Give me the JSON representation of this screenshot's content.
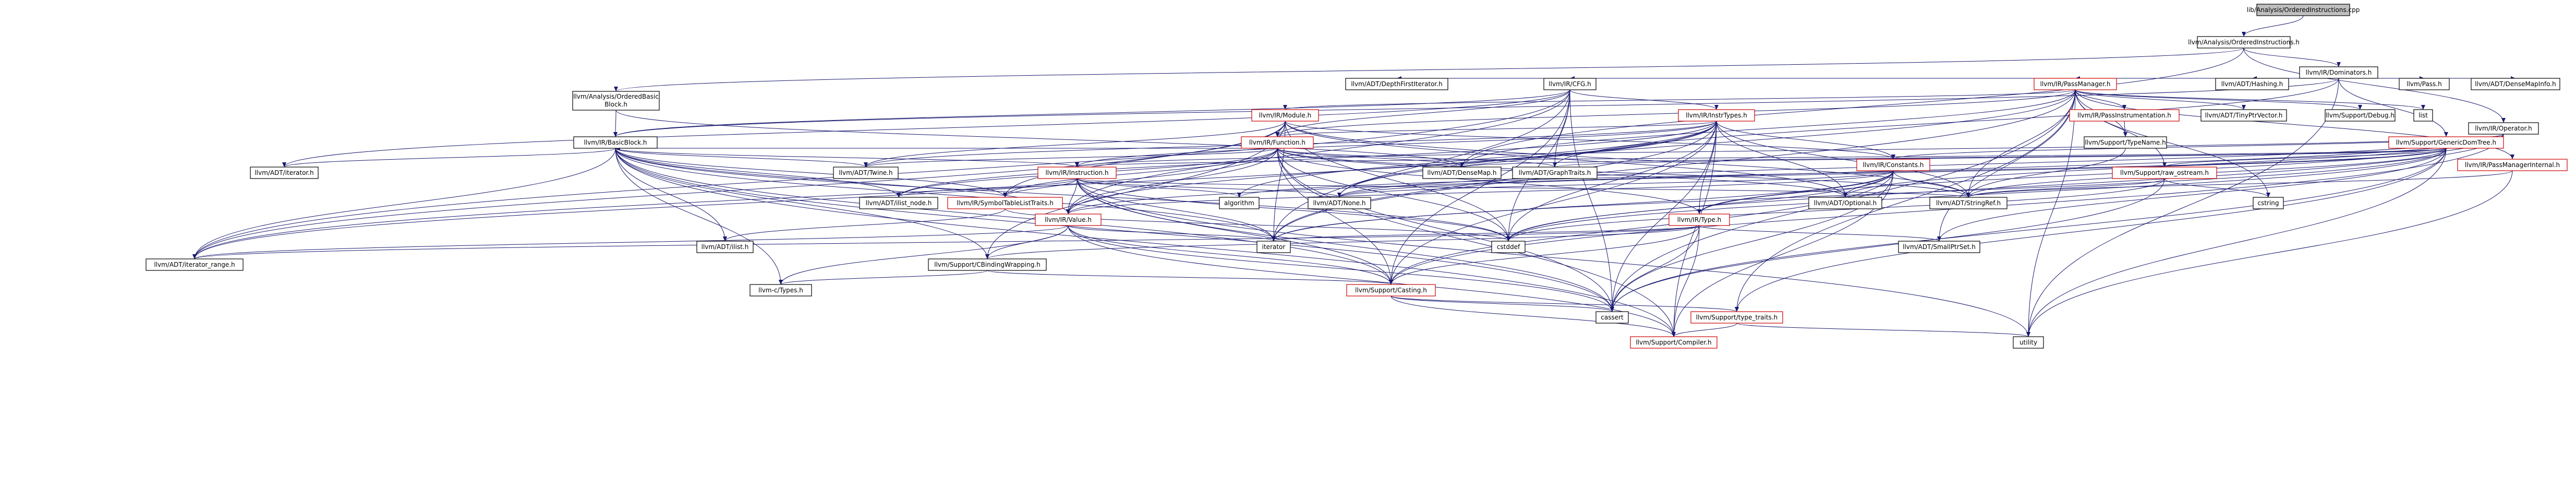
{
  "title": "lib/Analysis/OrderedInstructions.cpp",
  "nodes": {
    "root": "lib/Analysis/OrderedInstructions.cpp",
    "orderedinstr_h": "llvm/Analysis/OrderedInstructions.h",
    "orderedbb_h": "llvm/Analysis/OrderedBasic\nBlock.h",
    "dominators_h": "llvm/IR/Dominators.h",
    "operator_h": "llvm/IR/Operator.h",
    "passmanager_h": "llvm/IR/PassManager.h",
    "cfg_h": "llvm/IR/CFG.h",
    "dfi_h": "llvm/ADT/DepthFirstIterator.h",
    "hashing_h": "llvm/ADT/Hashing.h",
    "pass_h": "llvm/Pass.h",
    "densemapinfo_h": "llvm/ADT/DenseMapInfo.h",
    "module_h": "llvm/IR/Module.h",
    "instrtypes_h": "llvm/IR/InstrTypes.h",
    "function_h": "llvm/IR/Function.h",
    "basicblock_h": "llvm/IR/BasicBlock.h",
    "genericdomtree_h": "llvm/Support/GenericDomTree.h",
    "constants_h": "llvm/IR/Constants.h",
    "passinstrumentation_h": "llvm/IR/PassInstrumentation.h",
    "typename_h": "llvm/Support/TypeName.h",
    "tinyptrvector_h": "llvm/ADT/TinyPtrVector.h",
    "debug_h": "llvm/Support/Debug.h",
    "list": "list",
    "passmanagerinternal_h": "llvm/IR/PassManagerInternal.h",
    "iterator_h": "llvm/ADT/iterator.h",
    "twine_h": "llvm/ADT/Twine.h",
    "densemap_h": "llvm/ADT/DenseMap.h",
    "graphtraits_h": "llvm/ADT/GraphTraits.h",
    "instruction_h": "llvm/IR/Instruction.h",
    "ilist_node_h": "llvm/ADT/ilist_node.h",
    "symtablelisttraits_h": "llvm/IR/SymbolTableListTraits.h",
    "value_h": "llvm/IR/Value.h",
    "algorithm": "algorithm",
    "none_h": "llvm/ADT/None.h",
    "stringref_h": "llvm/ADT/StringRef.h",
    "optional_h": "llvm/ADT/Optional.h",
    "type_h": "llvm/IR/Type.h",
    "raw_ostream_h": "llvm/Support/raw_ostream.h",
    "cstring": "cstring",
    "ilist_h": "llvm/ADT/ilist.h",
    "cbindingwrapping_h": "llvm/Support/CBindingWrapping.h",
    "iterator": "iterator",
    "cstddef": "cstddef",
    "smallptrset_h": "llvm/ADT/SmallPtrSet.h",
    "iterator_range_h": "llvm/ADT/iterator_range.h",
    "c_types_h": "llvm-c/Types.h",
    "casting_h": "llvm/Support/Casting.h",
    "cassert": "cassert",
    "type_traits_h": "llvm/Support/type_traits.h",
    "compiler_h": "llvm/Support/Compiler.h",
    "utility": "utility"
  },
  "edges": [
    [
      "root",
      "orderedinstr_h"
    ],
    [
      "orderedinstr_h",
      "orderedbb_h"
    ],
    [
      "orderedinstr_h",
      "dominators_h"
    ],
    [
      "orderedinstr_h",
      "operator_h"
    ],
    [
      "orderedinstr_h",
      "densemap_h"
    ],
    [
      "orderedbb_h",
      "basicblock_h"
    ],
    [
      "orderedbb_h",
      "densemap_h"
    ],
    [
      "dominators_h",
      "cfg_h"
    ],
    [
      "dominators_h",
      "dfi_h"
    ],
    [
      "dominators_h",
      "hashing_h"
    ],
    [
      "dominators_h",
      "pass_h"
    ],
    [
      "dominators_h",
      "densemapinfo_h"
    ],
    [
      "dominators_h",
      "passmanager_h"
    ],
    [
      "dominators_h",
      "genericdomtree_h"
    ],
    [
      "dominators_h",
      "basicblock_h"
    ],
    [
      "dominators_h",
      "graphtraits_h"
    ],
    [
      "dominators_h",
      "utility"
    ],
    [
      "passmanager_h",
      "module_h"
    ],
    [
      "passmanager_h",
      "function_h"
    ],
    [
      "passmanager_h",
      "passinstrumentation_h"
    ],
    [
      "passmanager_h",
      "typename_h"
    ],
    [
      "passmanager_h",
      "tinyptrvector_h"
    ],
    [
      "passmanager_h",
      "debug_h"
    ],
    [
      "passmanager_h",
      "list"
    ],
    [
      "passmanager_h",
      "passmanagerinternal_h"
    ],
    [
      "passmanager_h",
      "raw_ostream_h"
    ],
    [
      "passmanager_h",
      "stringref_h"
    ],
    [
      "passmanager_h",
      "densemap_h"
    ],
    [
      "passmanager_h",
      "none_h"
    ],
    [
      "passmanager_h",
      "smallptrset_h"
    ],
    [
      "passmanager_h",
      "cstring"
    ],
    [
      "passmanager_h",
      "cassert"
    ],
    [
      "passmanager_h",
      "iterator"
    ],
    [
      "passmanager_h",
      "utility"
    ],
    [
      "passmanager_h",
      "type_traits_h"
    ],
    [
      "cfg_h",
      "instrtypes_h"
    ],
    [
      "cfg_h",
      "function_h"
    ],
    [
      "cfg_h",
      "basicblock_h"
    ],
    [
      "cfg_h",
      "iterator_h"
    ],
    [
      "cfg_h",
      "iterator_range_h"
    ],
    [
      "cfg_h",
      "value_h"
    ],
    [
      "cfg_h",
      "graphtraits_h"
    ],
    [
      "cfg_h",
      "casting_h"
    ],
    [
      "cfg_h",
      "cassert"
    ],
    [
      "cfg_h",
      "cstddef"
    ],
    [
      "cfg_h",
      "iterator"
    ],
    [
      "module_h",
      "function_h"
    ],
    [
      "module_h",
      "constants_h"
    ],
    [
      "module_h",
      "stringref_h"
    ],
    [
      "module_h",
      "optional_h"
    ],
    [
      "module_h",
      "symtablelisttraits_h"
    ],
    [
      "module_h",
      "iterator_range_h"
    ],
    [
      "module_h",
      "cbindingwrapping_h"
    ],
    [
      "module_h",
      "iterator"
    ],
    [
      "module_h",
      "cstddef"
    ],
    [
      "module_h",
      "twine_h"
    ],
    [
      "instrtypes_h",
      "function_h"
    ],
    [
      "instrtypes_h",
      "instruction_h"
    ],
    [
      "instrtypes_h",
      "value_h"
    ],
    [
      "instrtypes_h",
      "type_h"
    ],
    [
      "instrtypes_h",
      "optional_h"
    ],
    [
      "instrtypes_h",
      "stringref_h"
    ],
    [
      "instrtypes_h",
      "none_h"
    ],
    [
      "instrtypes_h",
      "twine_h"
    ],
    [
      "instrtypes_h",
      "iterator_range_h"
    ],
    [
      "instrtypes_h",
      "casting_h"
    ],
    [
      "instrtypes_h",
      "algorithm"
    ],
    [
      "instrtypes_h",
      "cassert"
    ],
    [
      "instrtypes_h",
      "cstddef"
    ],
    [
      "instrtypes_h",
      "iterator"
    ],
    [
      "instrtypes_h",
      "constants_h"
    ],
    [
      "instrtypes_h",
      "ilist_node_h"
    ],
    [
      "instrtypes_h",
      "compiler_h"
    ],
    [
      "function_h",
      "basicblock_h"
    ],
    [
      "function_h",
      "value_h"
    ],
    [
      "function_h",
      "symtablelisttraits_h"
    ],
    [
      "function_h",
      "ilist_node_h"
    ],
    [
      "function_h",
      "twine_h"
    ],
    [
      "function_h",
      "stringref_h"
    ],
    [
      "function_h",
      "iterator_range_h"
    ],
    [
      "function_h",
      "casting_h"
    ],
    [
      "function_h",
      "compiler_h"
    ],
    [
      "function_h",
      "cassert"
    ],
    [
      "function_h",
      "cstddef"
    ],
    [
      "function_h",
      "optional_h"
    ],
    [
      "function_h",
      "graphtraits_h"
    ],
    [
      "function_h",
      "type_h"
    ],
    [
      "function_h",
      "densemap_h"
    ],
    [
      "basicblock_h",
      "instruction_h"
    ],
    [
      "basicblock_h",
      "symtablelisttraits_h"
    ],
    [
      "basicblock_h",
      "value_h"
    ],
    [
      "basicblock_h",
      "iterator_h"
    ],
    [
      "basicblock_h",
      "twine_h"
    ],
    [
      "basicblock_h",
      "ilist_h"
    ],
    [
      "basicblock_h",
      "ilist_node_h"
    ],
    [
      "basicblock_h",
      "iterator_range_h"
    ],
    [
      "basicblock_h",
      "cbindingwrapping_h"
    ],
    [
      "basicblock_h",
      "c_types_h"
    ],
    [
      "basicblock_h",
      "casting_h"
    ],
    [
      "basicblock_h",
      "compiler_h"
    ],
    [
      "basicblock_h",
      "cassert"
    ],
    [
      "basicblock_h",
      "cstddef"
    ],
    [
      "basicblock_h",
      "iterator"
    ],
    [
      "operator_h",
      "constants_h"
    ],
    [
      "operator_h",
      "instruction_h"
    ],
    [
      "operator_h",
      "type_h"
    ],
    [
      "operator_h",
      "value_h"
    ],
    [
      "operator_h",
      "none_h"
    ],
    [
      "operator_h",
      "optional_h"
    ],
    [
      "operator_h",
      "casting_h"
    ],
    [
      "operator_h",
      "cstddef"
    ],
    [
      "genericdomtree_h",
      "densemap_h"
    ],
    [
      "genericdomtree_h",
      "graphtraits_h"
    ],
    [
      "genericdomtree_h",
      "smallptrset_h"
    ],
    [
      "genericdomtree_h",
      "stringref_h"
    ],
    [
      "genericdomtree_h",
      "raw_ostream_h"
    ],
    [
      "genericdomtree_h",
      "algorithm"
    ],
    [
      "genericdomtree_h",
      "cassert"
    ],
    [
      "genericdomtree_h",
      "cstddef"
    ],
    [
      "genericdomtree_h",
      "iterator"
    ],
    [
      "genericdomtree_h",
      "utility"
    ],
    [
      "genericdomtree_h",
      "type_traits_h"
    ],
    [
      "genericdomtree_h",
      "none_h"
    ],
    [
      "genericdomtree_h",
      "instruction_h"
    ],
    [
      "constants_h",
      "value_h"
    ],
    [
      "constants_h",
      "type_h"
    ],
    [
      "constants_h",
      "optional_h"
    ],
    [
      "constants_h",
      "stringref_h"
    ],
    [
      "constants_h",
      "none_h"
    ],
    [
      "constants_h",
      "casting_h"
    ],
    [
      "constants_h",
      "compiler_h"
    ],
    [
      "constants_h",
      "cassert"
    ],
    [
      "constants_h",
      "cstddef"
    ],
    [
      "constants_h",
      "iterator"
    ],
    [
      "passinstrumentation_h",
      "typename_h"
    ],
    [
      "typename_h",
      "stringref_h"
    ],
    [
      "passmanagerinternal_h",
      "stringref_h"
    ],
    [
      "passmanagerinternal_h",
      "utility"
    ],
    [
      "instruction_h",
      "value_h"
    ],
    [
      "instruction_h",
      "symtablelisttraits_h"
    ],
    [
      "instruction_h",
      "ilist_node_h"
    ],
    [
      "instruction_h",
      "none_h"
    ],
    [
      "instruction_h",
      "stringref_h"
    ],
    [
      "instruction_h",
      "casting_h"
    ],
    [
      "instruction_h",
      "algorithm"
    ],
    [
      "instruction_h",
      "cassert"
    ],
    [
      "instruction_h",
      "cstddef"
    ],
    [
      "instruction_h",
      "utility"
    ],
    [
      "instruction_h",
      "iterator"
    ],
    [
      "symtablelisttraits_h",
      "ilist_h"
    ],
    [
      "symtablelisttraits_h",
      "cstddef"
    ],
    [
      "value_h",
      "iterator_range_h"
    ],
    [
      "value_h",
      "cbindingwrapping_h"
    ],
    [
      "value_h",
      "c_types_h"
    ],
    [
      "value_h",
      "casting_h"
    ],
    [
      "value_h",
      "cassert"
    ],
    [
      "value_h",
      "iterator"
    ],
    [
      "value_h",
      "compiler_h"
    ],
    [
      "type_h",
      "iterator_range_h"
    ],
    [
      "type_h",
      "cbindingwrapping_h"
    ],
    [
      "type_h",
      "casting_h"
    ],
    [
      "type_h",
      "compiler_h"
    ],
    [
      "type_h",
      "cassert"
    ],
    [
      "type_h",
      "smallptrset_h"
    ],
    [
      "type_h",
      "iterator"
    ],
    [
      "raw_ostream_h",
      "stringref_h"
    ],
    [
      "raw_ostream_h",
      "cassert"
    ],
    [
      "raw_ostream_h",
      "cstddef"
    ],
    [
      "raw_ostream_h",
      "cstring"
    ],
    [
      "cbindingwrapping_h",
      "casting_h"
    ],
    [
      "cbindingwrapping_h",
      "c_types_h"
    ],
    [
      "casting_h",
      "compiler_h"
    ],
    [
      "casting_h",
      "type_traits_h"
    ],
    [
      "casting_h",
      "cassert"
    ],
    [
      "type_traits_h",
      "utility"
    ],
    [
      "type_traits_h",
      "compiler_h"
    ]
  ]
}
